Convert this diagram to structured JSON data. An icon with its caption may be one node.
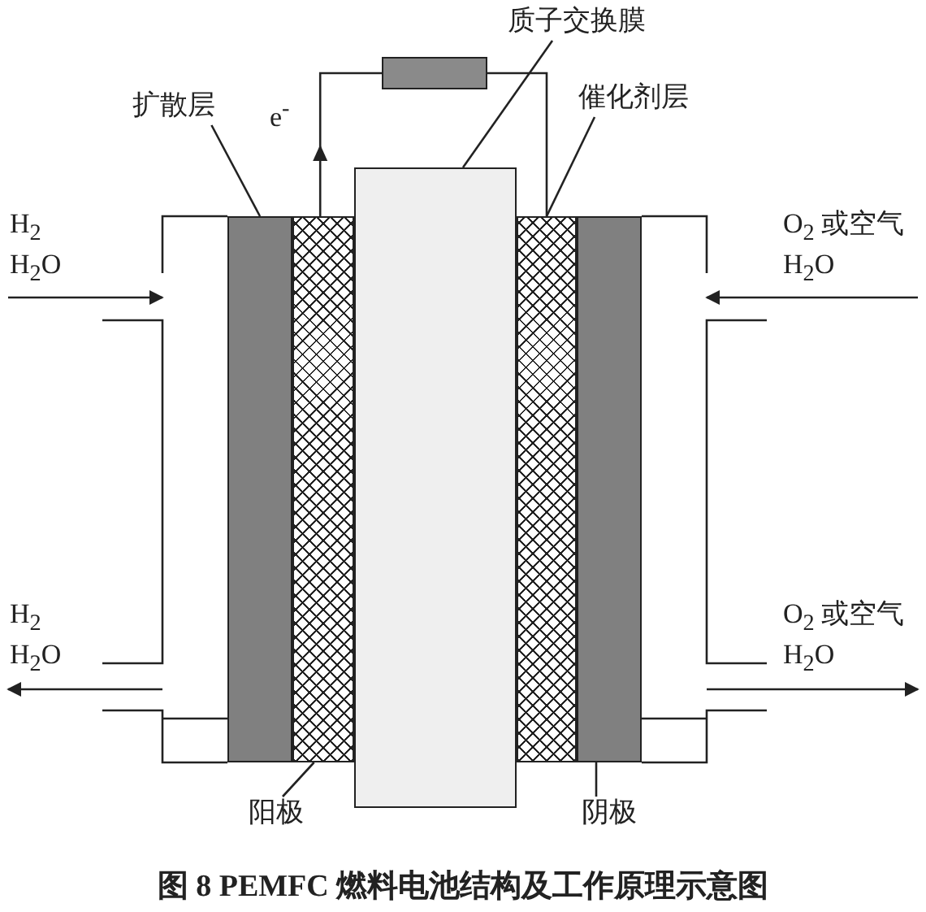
{
  "diagram": {
    "caption": "图 8 PEMFC 燃料电池结构及工作原理示意图",
    "nodes": [
      {
        "text": [
          "质子交换膜"
        ]
      },
      {
        "text": [],
        "shape": "box"
      },
      {
        "text": [
          "扩散层"
        ]
      },
      {
        "text": [
          "催化剂层"
        ]
      },
      {
        "text": [],
        "shape": "box"
      },
      {
        "text": [],
        "shape": "box"
      },
      {
        "text": [],
        "shape": "box"
      },
      {
        "text": [],
        "shape": "box"
      },
      {
        "text": [],
        "shape": "box"
      },
      {
        "text": [
          "阳极"
        ]
      },
      {
        "text": [
          "阴极"
        ]
      }
    ],
    "edges": [
      {
        "from": 0,
        "to": 6,
        "arrow": "none"
      },
      {
        "from": 2,
        "to": 4,
        "arrow": "none"
      },
      {
        "from": 3,
        "to": 7,
        "arrow": "none"
      },
      {
        "from": 9,
        "to": 5,
        "arrow": "none"
      },
      {
        "from": 10,
        "to": 8,
        "arrow": "none"
      },
      {
        "from": 5,
        "to": 1,
        "arrow": "to"
      },
      {
        "from": 1,
        "to": 7,
        "arrow": "none"
      }
    ],
    "labels": [
      "e$^{-}$",
      "H$_{2}$",
      "O$_{2}$ 或空气",
      "H$_{2}$O",
      "H$_{2}$O",
      "H$_{2}$",
      "O$_{2}$ 或空气",
      "H$_{2}$O",
      "H$_{2}$O"
    ]
  }
}
